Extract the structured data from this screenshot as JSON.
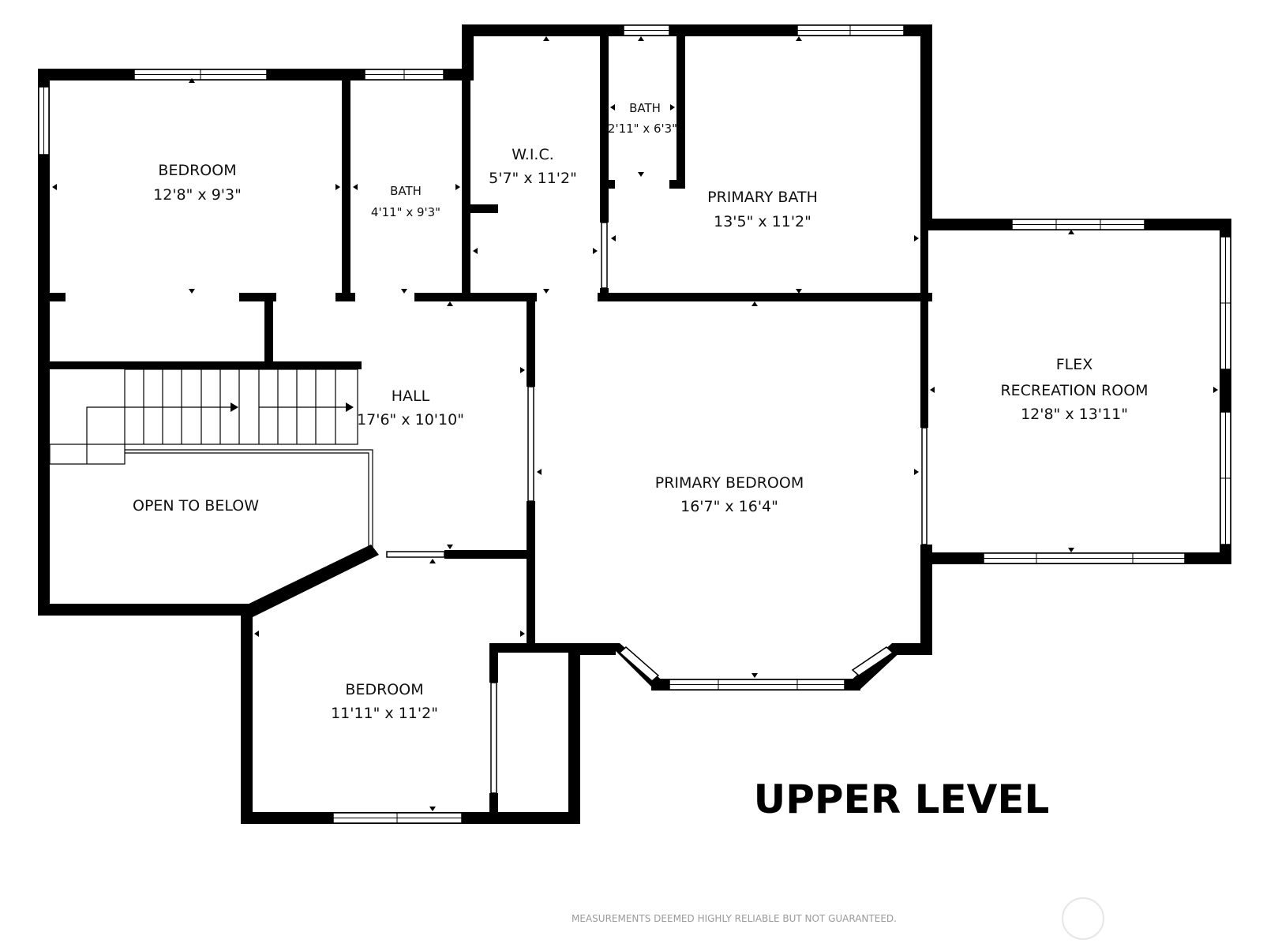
{
  "rooms": {
    "bedroom_nw": {
      "name": "BEDROOM",
      "dims": "12'8\" x 9'3\""
    },
    "bath_north": {
      "name": "BATH",
      "dims": "4'11\" x 9'3\""
    },
    "wic": {
      "name": "W.I.C.",
      "dims": "5'7\" x 11'2\""
    },
    "bath_small": {
      "name": "BATH",
      "dims": "2'11\" x 6'3\""
    },
    "primary_bath": {
      "name": "PRIMARY BATH",
      "dims": "13'5\" x 11'2\""
    },
    "hall": {
      "name": "HALL",
      "dims": "17'6\" x 10'10\""
    },
    "flex": {
      "name_line1": "FLEX",
      "name_line2": "RECREATION ROOM",
      "dims": "12'8\" x 13'11\""
    },
    "open_to_below": {
      "name": "OPEN TO BELOW"
    },
    "primary_bedroom": {
      "name": "PRIMARY BEDROOM",
      "dims": "16'7\" x 16'4\""
    },
    "bedroom_south": {
      "name": "BEDROOM",
      "dims": "11'11\" x 11'2\""
    }
  },
  "level_title": "UPPER LEVEL",
  "disclaimer": "MEASUREMENTS DEEMED HIGHLY RELIABLE BUT NOT GUARANTEED.",
  "colors": {
    "wall": "#000000",
    "background": "#ffffff",
    "disclaimer": "#9a9a9a"
  }
}
